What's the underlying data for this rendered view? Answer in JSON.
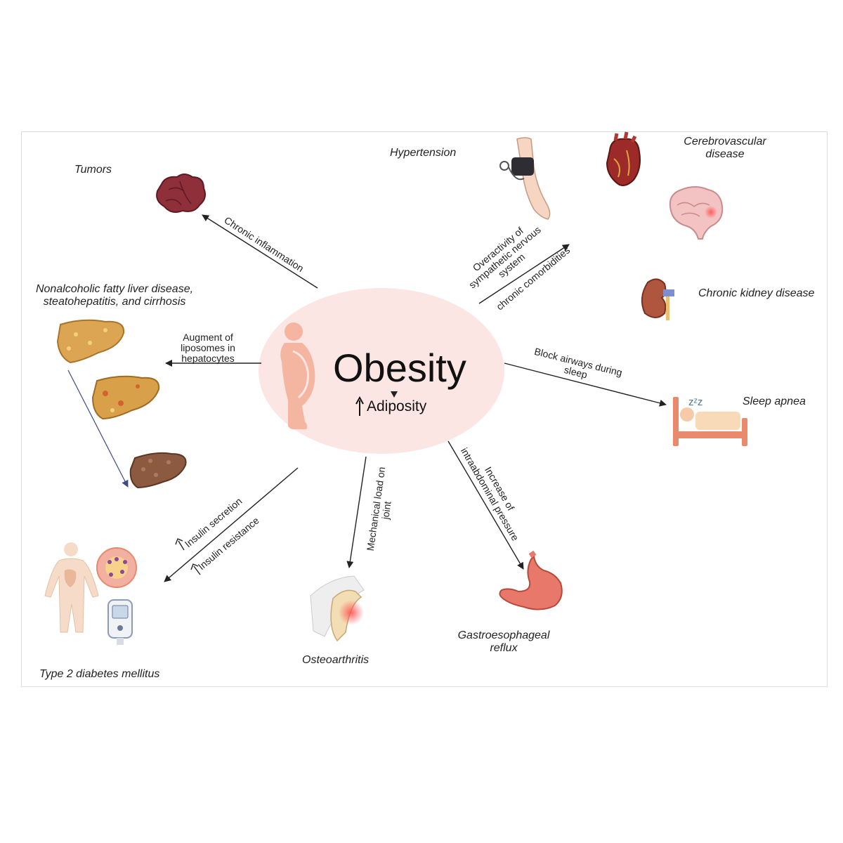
{
  "center": {
    "title": "Obesity",
    "subtitle": "Adiposity"
  },
  "outcomes": {
    "tumors": "Tumors",
    "nafld_line1": "Nonalcoholic fatty liver disease,",
    "nafld_line2": "steatohepatitis, and cirrhosis",
    "hypertension": "Hypertension",
    "cerebro_line1": "Cerebrovascular",
    "cerebro_line2": "disease",
    "ckd": "Chronic kidney disease",
    "sleep_apnea": "Sleep apnea",
    "gerd_line1": "Gastroesophageal",
    "gerd_line2": "reflux",
    "osteoarthritis": "Osteoarthritis",
    "t2dm": "Type 2 diabetes mellitus"
  },
  "mechanisms": {
    "chronic_inflammation": "Chronic inflammation",
    "liposomes_line1": "Augment of",
    "liposomes_line2": "liposomes in",
    "liposomes_line3": "hepatocytes",
    "sympathetic_line1": "Overactivity of",
    "sympathetic_line2": "sympathetic nervous",
    "sympathetic_line3": "system",
    "chronic_comorbidities": "chronic comorbidities",
    "airways_line1": "Block airways during",
    "airways_line2": "sleep",
    "pressure_line1": "Increase of",
    "pressure_line2": "intraabdominal pressure",
    "mechanical_line1": "Mechanical load on",
    "mechanical_line2": "joint",
    "insulin_secretion": "Insulin secretion",
    "insulin_resistance": "Insulin resistance"
  },
  "colors": {
    "ellipse": "#fbe6e3",
    "figure": "#f4b5a1",
    "arrow": "#222222",
    "liver_arrow": "#3c4a8c",
    "bed": "#e98a6c"
  }
}
